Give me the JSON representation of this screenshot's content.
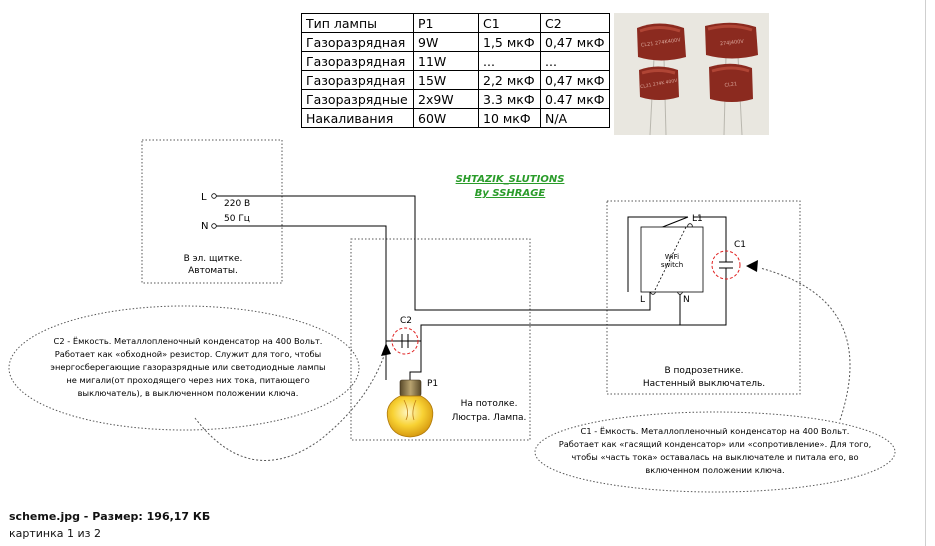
{
  "table": {
    "headers": [
      "Тип лампы",
      "P1",
      "C1",
      "C2"
    ],
    "rows": [
      [
        "Газоразрядная",
        "9W",
        "1,5 мкФ",
        "0,47 мкФ"
      ],
      [
        "Газоразрядная",
        "11W",
        "...",
        "..."
      ],
      [
        "Газоразрядная",
        "15W",
        "2,2 мкФ",
        "0,47 мкФ"
      ],
      [
        "Газоразрядные",
        "2x9W",
        "3.3 мкФ",
        "0.47 мкФ"
      ],
      [
        "Накаливания",
        "60W",
        "10 мкФ",
        "N/A"
      ]
    ]
  },
  "brand": {
    "line1": "SHTAZIK_SLUTIONS",
    "line2": "By SSHRAGE"
  },
  "panel": {
    "l": "L",
    "n": "N",
    "voltage": "220 В",
    "freq": "50 Гц",
    "caption1": "В эл. щитке.",
    "caption2": "Автоматы."
  },
  "ceiling": {
    "c2": "C2",
    "p1": "P1",
    "caption1": "На потолке.",
    "caption2": "Люстра. Лампа."
  },
  "switchbox": {
    "l1": "L1",
    "c1": "C1",
    "wifi1": "WiFi",
    "wifi2": "switch",
    "l": "L",
    "n": "N",
    "caption1": "В подрозетнике.",
    "caption2": "Настенный выключатель."
  },
  "note_c2": [
    "С2 - Ёмкость. Металлопленочный конденсатор на 400 Вольт.",
    "Работает как «обходной» резистор. Служит для того, чтобы",
    "энергосберегающие газоразрядные или светодиодные лампы",
    "не мигали(от проходящего через них тока, питающего",
    "выключатель), в выключенном положении ключа."
  ],
  "note_c1": [
    "С1 - Ёмкость. Металлопленочный конденсатор на 400 Вольт.",
    "Работает как «гасящий конденсатор» или «сопротивление». Для того,",
    "чтобы «часть тока» оставалась на выключателе и питала его, во",
    "включенном положении ключа."
  ],
  "footer": {
    "file": "scheme.jpg - Размер: 196,17 КБ",
    "count": "картинка 1 из 2"
  },
  "photo": {
    "cap1": "CL21 274K400V",
    "cap2": "274J400V",
    "cap3": "CL21 274K 400V",
    "cap4": "CL21",
    "colors": {
      "background": "#e9e7e0",
      "capacitor": "#8b2a1f",
      "capacitor_light": "#b04535"
    }
  },
  "colors": {
    "brand": "#2a9c2a",
    "wire": "#000000",
    "dotted": "#555555",
    "red_dash": "#e02020",
    "bulb": "#f3c21a"
  }
}
